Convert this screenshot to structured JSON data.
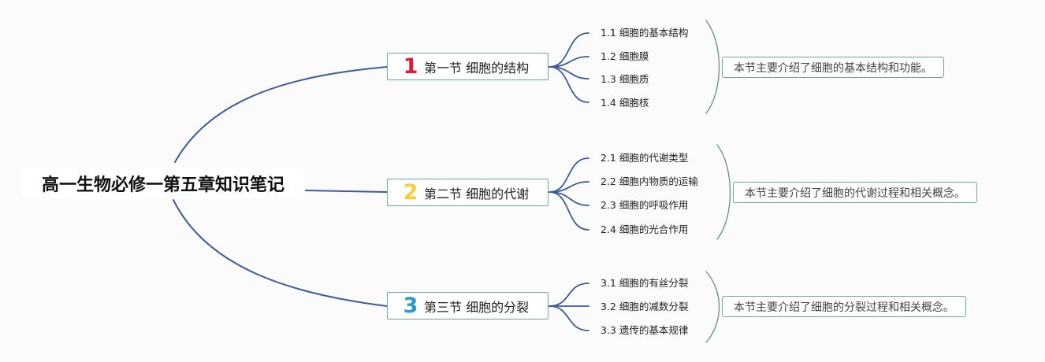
{
  "colors": {
    "branch": "#3d5a99",
    "bracket": "#5e9483",
    "border": "#6fa59a",
    "num1": "#d81e35",
    "num2": "#f6cf3e",
    "num3": "#2d9ad6"
  },
  "root": {
    "title": "高一生物必修一第五章知识笔记"
  },
  "sections": [
    {
      "num": "1",
      "title": "第一节 细胞的结构",
      "items": [
        "1.1 细胞的基本结构",
        "1.2 细胞膜",
        "1.3 细胞质",
        "1.4 细胞核"
      ],
      "summary": "本节主要介绍了细胞的基本结构和功能。"
    },
    {
      "num": "2",
      "title": "第二节 细胞的代谢",
      "items": [
        "2.1 细胞的代谢类型",
        "2.2 细胞内物质的运输",
        "2.3 细胞的呼吸作用",
        "2.4 细胞的光合作用"
      ],
      "summary": "本节主要介绍了细胞的代谢过程和相关概念。"
    },
    {
      "num": "3",
      "title": "第三节 细胞的分裂",
      "items": [
        "3.1 细胞的有丝分裂",
        "3.2 细胞的减数分裂",
        "3.3 遗传的基本规律"
      ],
      "summary": "本节主要介绍了细胞的分裂过程和相关概念。"
    }
  ]
}
